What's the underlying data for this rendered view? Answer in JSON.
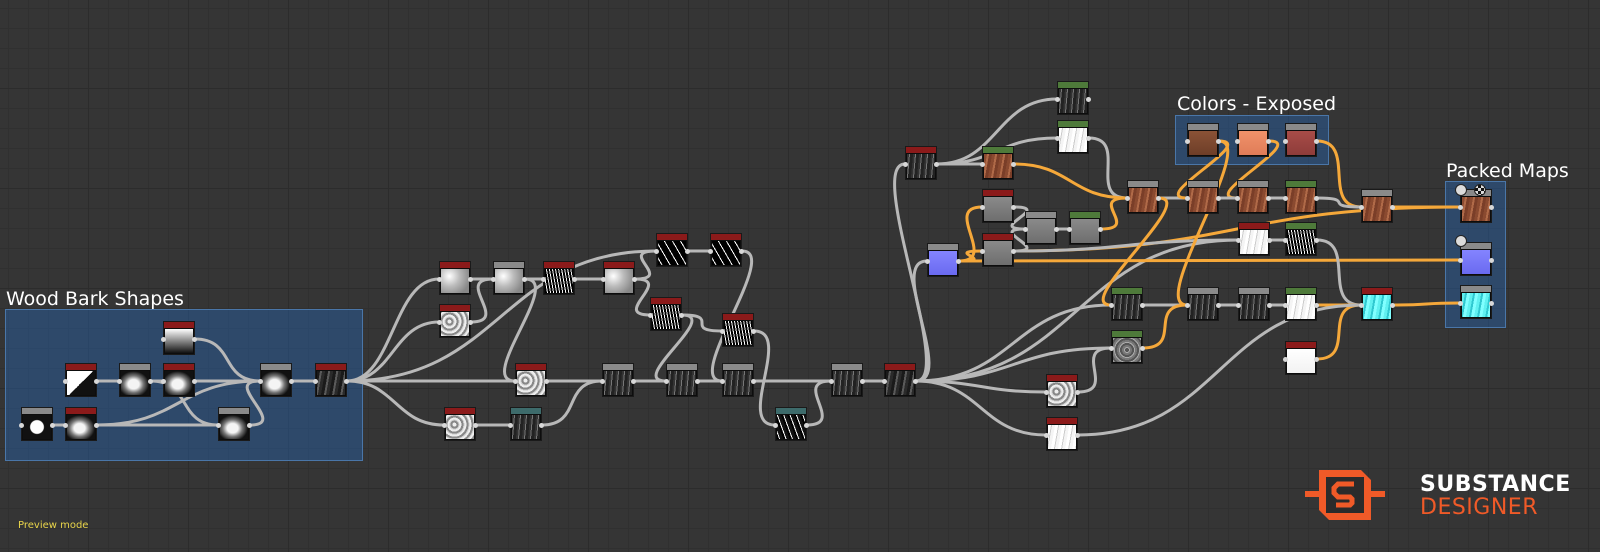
{
  "app": {
    "status_text": "Preview mode",
    "brand_line1": "SUBSTANCE",
    "brand_line2": "DESIGNER",
    "brand_color": "#f05a28"
  },
  "frames": [
    {
      "id": "wood-bark-shapes",
      "title": "Wood Bark Shapes"
    },
    {
      "id": "colors-exposed",
      "title": "Colors - Exposed"
    },
    {
      "id": "packed-maps",
      "title": "Packed Maps"
    }
  ],
  "colors": {
    "wire_gray": "#b8b8b8",
    "wire_orange": "#f5a83a",
    "header_red": "#8b1a1a",
    "header_green": "#4e7a3a",
    "header_gray": "#8a8a8a",
    "header_teal": "#3d6b6b",
    "frame_blue": "#2d5a8e"
  },
  "output_icons": [
    "cube-icon",
    "checker-icon",
    "cube-icon"
  ]
}
